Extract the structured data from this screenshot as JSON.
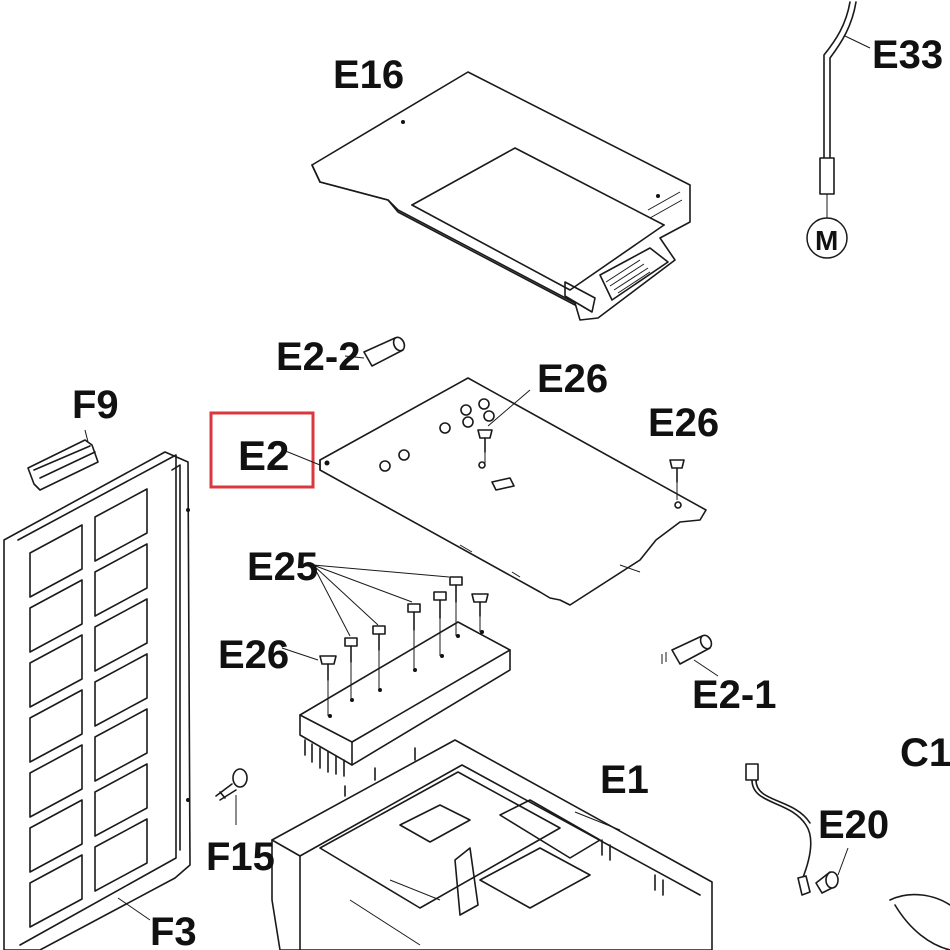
{
  "labels": {
    "E16": "E16",
    "E33": "E33",
    "M": "M",
    "E2_2": "E2-2",
    "E26_a": "E26",
    "E26_b": "E26",
    "E26_c": "E26",
    "E2": "E2",
    "F9": "F9",
    "E25": "E25",
    "E2_1": "E2-1",
    "C1": "C1",
    "E1": "E1",
    "E20": "E20",
    "F15": "F15",
    "F3": "F3"
  },
  "highlight_color": "#d9383e"
}
